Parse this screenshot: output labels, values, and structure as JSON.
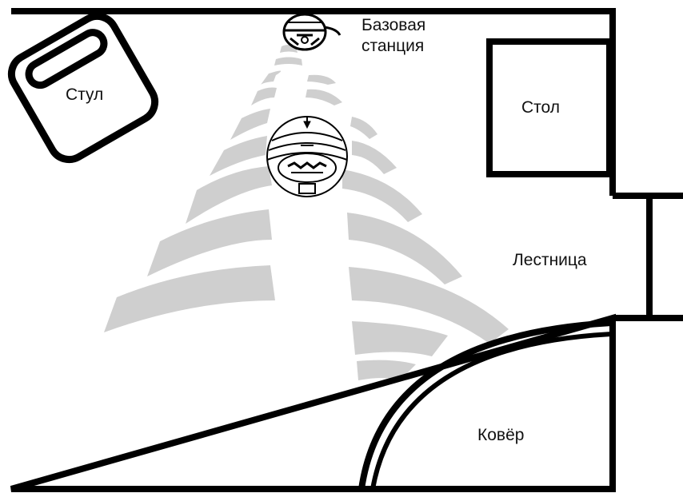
{
  "labels": {
    "chair": "Стул",
    "base_station_line1": "Базовая",
    "base_station_line2": "станция",
    "table": "Стол",
    "stairs": "Лестница",
    "carpet": "Ковёр"
  },
  "colors": {
    "outline": "#000000",
    "signal": "#cfcfcf",
    "background": "#ffffff",
    "text": "#111111"
  },
  "icons": {
    "base_station": "base-station-icon",
    "robot": "robot-vacuum-icon",
    "chair": "chair-icon"
  }
}
